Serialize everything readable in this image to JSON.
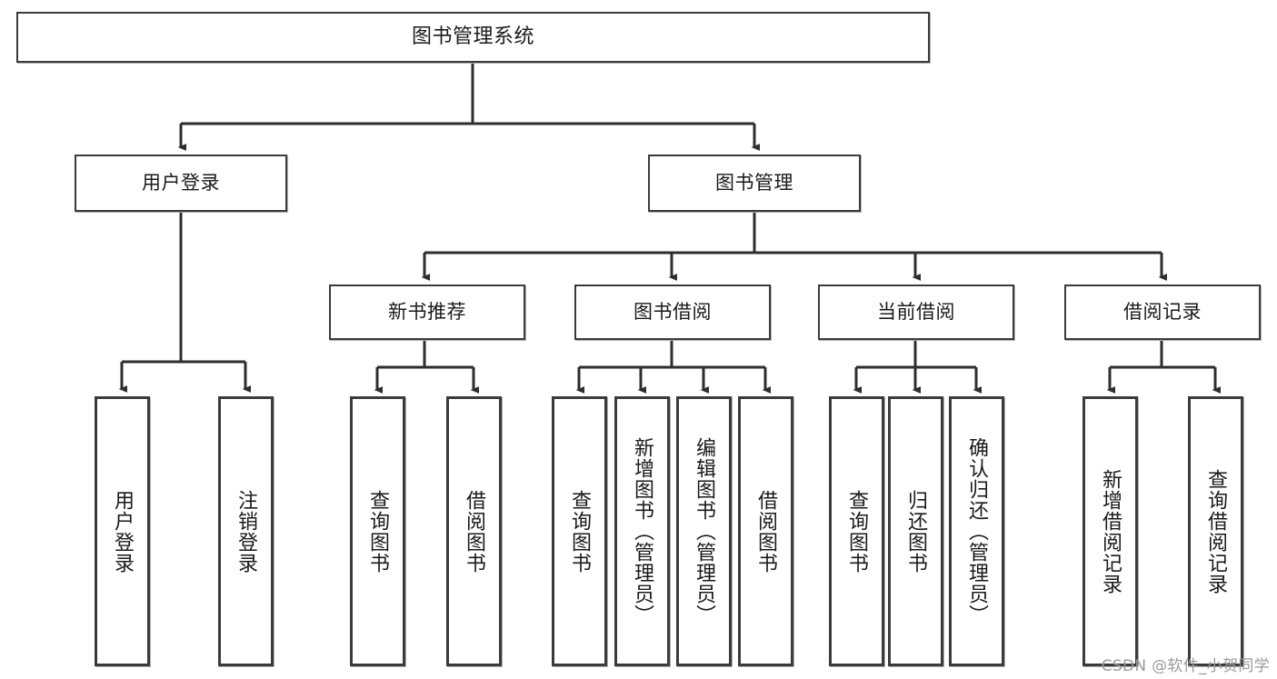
{
  "diagram": {
    "title": "图书管理系统",
    "type": "tree",
    "root": {
      "label": "图书管理系统"
    },
    "level2": [
      {
        "label": "用户登录"
      },
      {
        "label": "图书管理"
      }
    ],
    "level3": [
      {
        "label": "新书推荐"
      },
      {
        "label": "图书借阅"
      },
      {
        "label": "当前借阅"
      },
      {
        "label": "借阅记录"
      }
    ],
    "leaves": {
      "user_login": [
        {
          "label": "用户登录"
        },
        {
          "label": "注销登录"
        }
      ],
      "new_book_recommend": [
        {
          "label": "查询图书"
        },
        {
          "label": "借阅图书"
        }
      ],
      "book_borrow": [
        {
          "label": "查询图书"
        },
        {
          "label": "新增图书（管理员）"
        },
        {
          "label": "编辑图书（管理员）"
        },
        {
          "label": "借阅图书"
        }
      ],
      "current_borrow": [
        {
          "label": "查询图书"
        },
        {
          "label": "归还图书"
        },
        {
          "label": "确认归还（管理员）"
        }
      ],
      "borrow_record": [
        {
          "label": "新增借阅记录"
        },
        {
          "label": "查询借阅记录"
        }
      ]
    }
  },
  "watermark": {
    "text": "CSDN @软件_小贺同学"
  },
  "colors": {
    "stroke": "#3b3b3b",
    "fill": "#ffffff",
    "text": "#1a1a1a",
    "watermark": "#9a9a9a"
  }
}
